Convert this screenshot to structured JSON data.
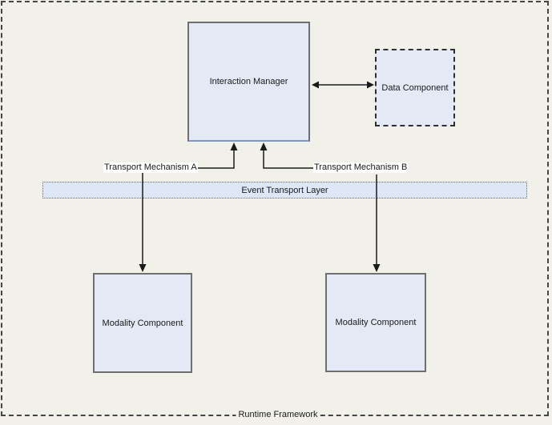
{
  "frame": {
    "label": "Runtime Framework"
  },
  "nodes": {
    "interaction_manager": {
      "label": "Interaction Manager"
    },
    "data_component": {
      "label": "Data Component"
    },
    "event_transport_layer": {
      "label": "Event Transport Layer"
    },
    "modality_component_left": {
      "label": "Modality Component"
    },
    "modality_component_right": {
      "label": "Modality Component"
    }
  },
  "connectors": {
    "transport_mechanism_a": {
      "label": "Transport Mechanism A",
      "type": "elbow-arrow-into-interaction-manager-and-drop-to-left-modality"
    },
    "transport_mechanism_b": {
      "label": "Transport Mechanism B",
      "type": "elbow-arrow-into-interaction-manager-and-drop-to-right-modality"
    },
    "interaction_manager_data_component": {
      "type": "bidirectional-arrow"
    }
  },
  "colors": {
    "background": "#f1f1e9",
    "node_fill": "#e3eaf6",
    "band_fill": "#dde7f5",
    "node_border": "#6f6f6f",
    "dashed_border": "#2f2f2f",
    "frame_border": "#454545",
    "accent_bottom_border": "#7e97c3",
    "line": "#1a1a1a",
    "text": "#1a1a1a",
    "label_background": "#ffffff"
  }
}
